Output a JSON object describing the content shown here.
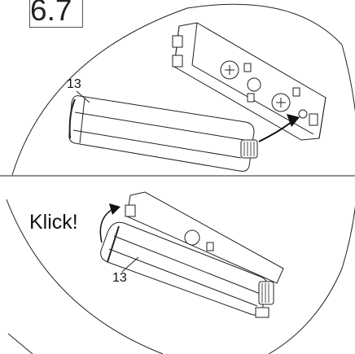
{
  "step": {
    "label": "6.7"
  },
  "callouts": {
    "top_part_number": "13",
    "bottom_part_number": "13"
  },
  "action_text": "Klick!",
  "colors": {
    "line": "#222222",
    "background": "#ffffff",
    "shade": "#d9d9d9"
  }
}
